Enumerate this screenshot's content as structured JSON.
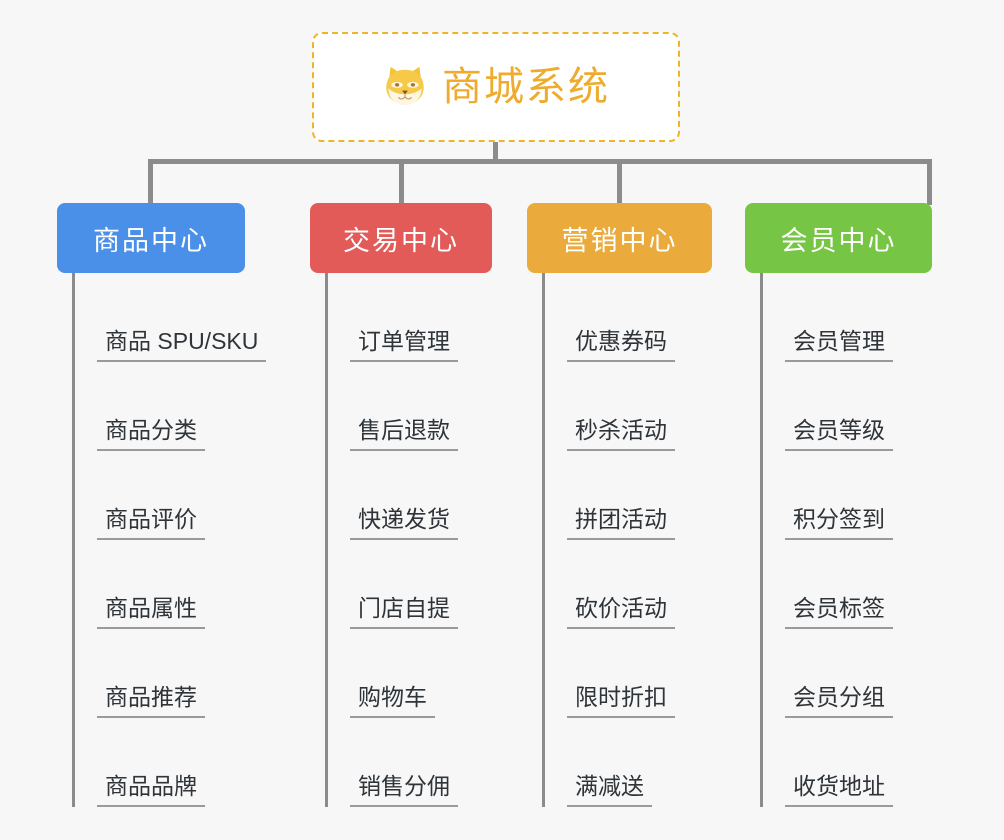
{
  "page": {
    "background_color": "#f7f7f7",
    "connector_color": "#8c8c8c",
    "leaf_text_color": "#2f3439",
    "leaf_underline_color": "#9a9a9a"
  },
  "root": {
    "title": "商城系统",
    "icon": "shiba-inu-dog-face-icon",
    "text_color": "#eeab2d",
    "border_color": "#f0b429",
    "background_color": "#ffffff"
  },
  "branches": [
    {
      "id": "product-center",
      "label": "商品中心",
      "color": "#4a90e8",
      "items": [
        "商品 SPU/SKU",
        "商品分类",
        "商品评价",
        "商品属性",
        "商品推荐",
        "商品品牌"
      ]
    },
    {
      "id": "trade-center",
      "label": "交易中心",
      "color": "#e35b58",
      "items": [
        "订单管理",
        "售后退款",
        "快递发货",
        "门店自提",
        "购物车",
        "销售分佣"
      ]
    },
    {
      "id": "marketing-center",
      "label": "营销中心",
      "color": "#eaab3c",
      "items": [
        "优惠券码",
        "秒杀活动",
        "拼团活动",
        "砍价活动",
        "限时折扣",
        "满减送"
      ]
    },
    {
      "id": "member-center",
      "label": "会员中心",
      "color": "#76c544",
      "items": [
        "会员管理",
        "会员等级",
        "积分签到",
        "会员标签",
        "会员分组",
        "收货地址"
      ]
    }
  ]
}
